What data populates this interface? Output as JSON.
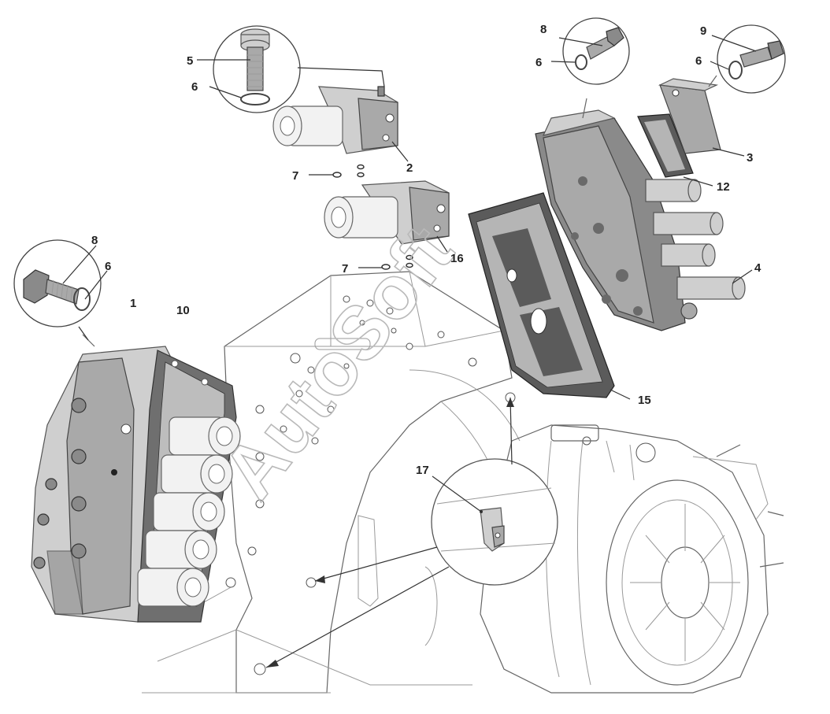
{
  "diagram": {
    "callouts": [
      {
        "id": "c1",
        "text": "1"
      },
      {
        "id": "c2",
        "text": "2"
      },
      {
        "id": "c3",
        "text": "3"
      },
      {
        "id": "c4",
        "text": "4"
      },
      {
        "id": "c5",
        "text": "5"
      },
      {
        "id": "c6a",
        "text": "6"
      },
      {
        "id": "c6b",
        "text": "6"
      },
      {
        "id": "c6c",
        "text": "6"
      },
      {
        "id": "c6d",
        "text": "6"
      },
      {
        "id": "c7a",
        "text": "7"
      },
      {
        "id": "c7b",
        "text": "7"
      },
      {
        "id": "c8a",
        "text": "8"
      },
      {
        "id": "c8b",
        "text": "8"
      },
      {
        "id": "c9",
        "text": "9"
      },
      {
        "id": "c10",
        "text": "10"
      },
      {
        "id": "c12",
        "text": "12"
      },
      {
        "id": "c15",
        "text": "15"
      },
      {
        "id": "c16",
        "text": "16"
      },
      {
        "id": "c17",
        "text": "17"
      }
    ],
    "watermark": "AutoSoft"
  }
}
